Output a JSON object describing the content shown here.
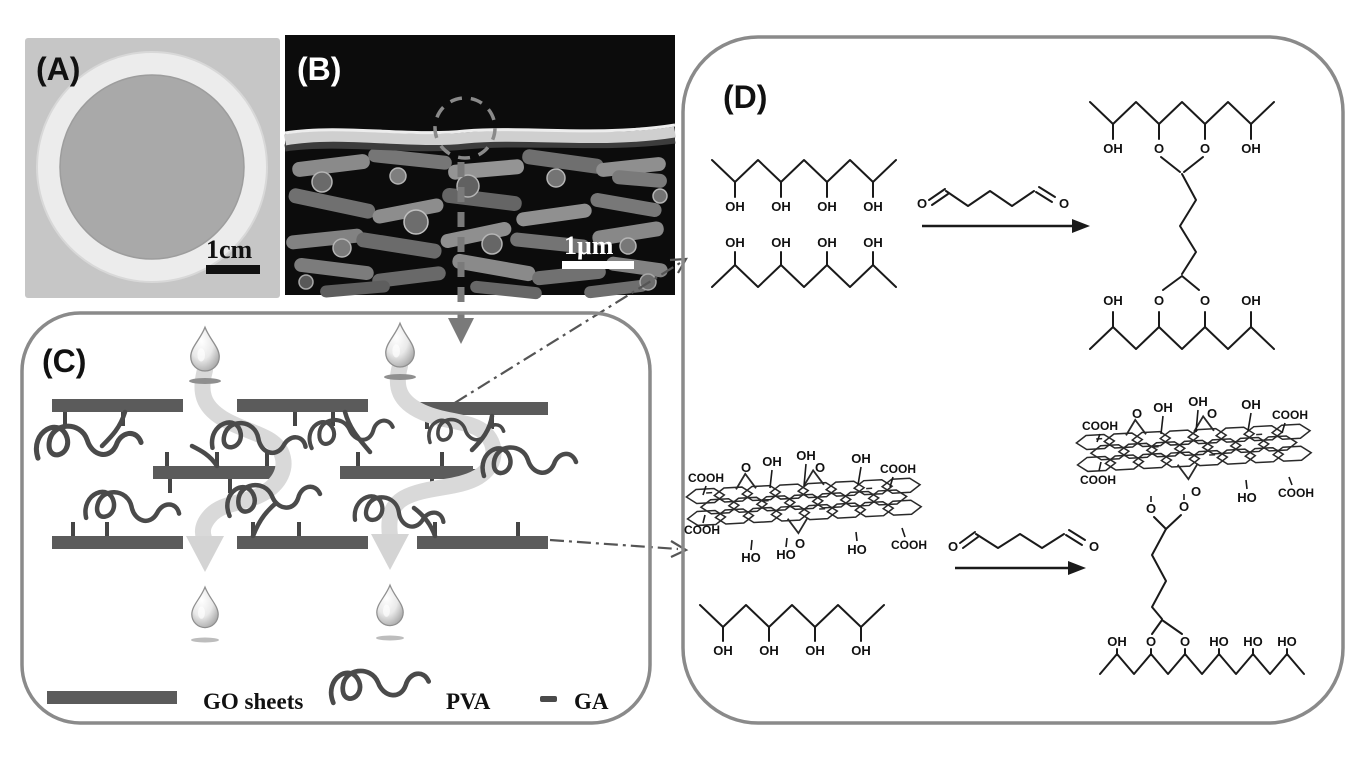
{
  "figure_panels": {
    "a": {
      "label": "(A)",
      "scale_bar": "1cm"
    },
    "b": {
      "label": "(B)",
      "scale_bar": "1μm"
    },
    "c": {
      "label": "(C)",
      "legend": {
        "go_label": "GO sheets",
        "pva_label": "PVA",
        "ga_label": "GA"
      }
    },
    "d": {
      "label": "(D)"
    }
  },
  "chem_labels": {
    "oh": "OH",
    "ho": "HO",
    "o": "O",
    "cooh": "COOH"
  },
  "colors": {
    "panel_border": "#8a8a8a",
    "go_bar": "#5b5b5b",
    "pva_line": "#4a4a4a",
    "flow_path": "#d9d9d9",
    "sem_background": "#0c0c0c",
    "bond": "#1a1a1a"
  }
}
